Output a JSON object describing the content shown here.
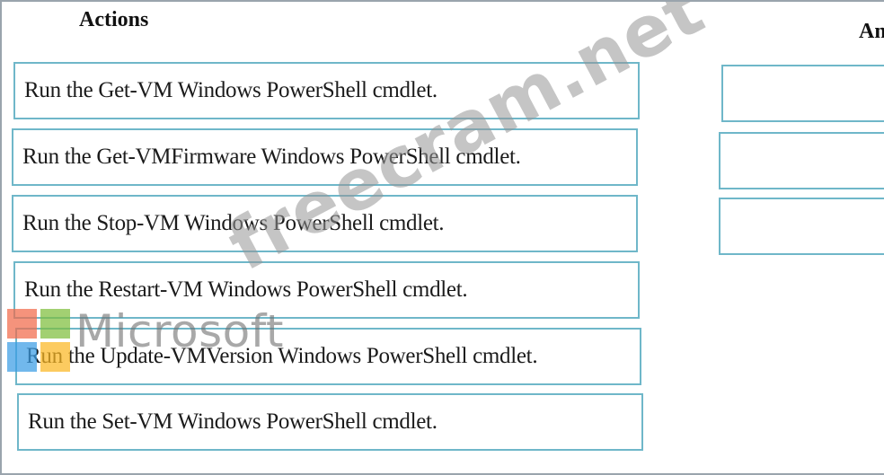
{
  "headings": {
    "actions": "Actions",
    "answer_area": "Answer Area"
  },
  "actions": [
    "Run the Get-VM Windows PowerShell cmdlet.",
    "Run the Get-VMFirmware Windows PowerShell cmdlet.",
    "Run the Stop-VM Windows PowerShell cmdlet.",
    "Run the Restart-VM Windows PowerShell cmdlet.",
    "Run the Update-VMVersion Windows PowerShell cmdlet.",
    "Run the Set-VM Windows PowerShell cmdlet."
  ],
  "answer_slots": [
    "",
    "",
    ""
  ],
  "watermarks": {
    "site": "freecram.net",
    "brand": "Microsoft"
  },
  "colors": {
    "box_border": "#6fb7c9",
    "frame_border": "#9aa4ad",
    "ms_red": "#f26a4a",
    "ms_green": "#7fbe3c",
    "ms_blue": "#3b9ee6",
    "ms_yellow": "#fbb824"
  },
  "icons": {
    "logo": "microsoft-logo-icon"
  }
}
